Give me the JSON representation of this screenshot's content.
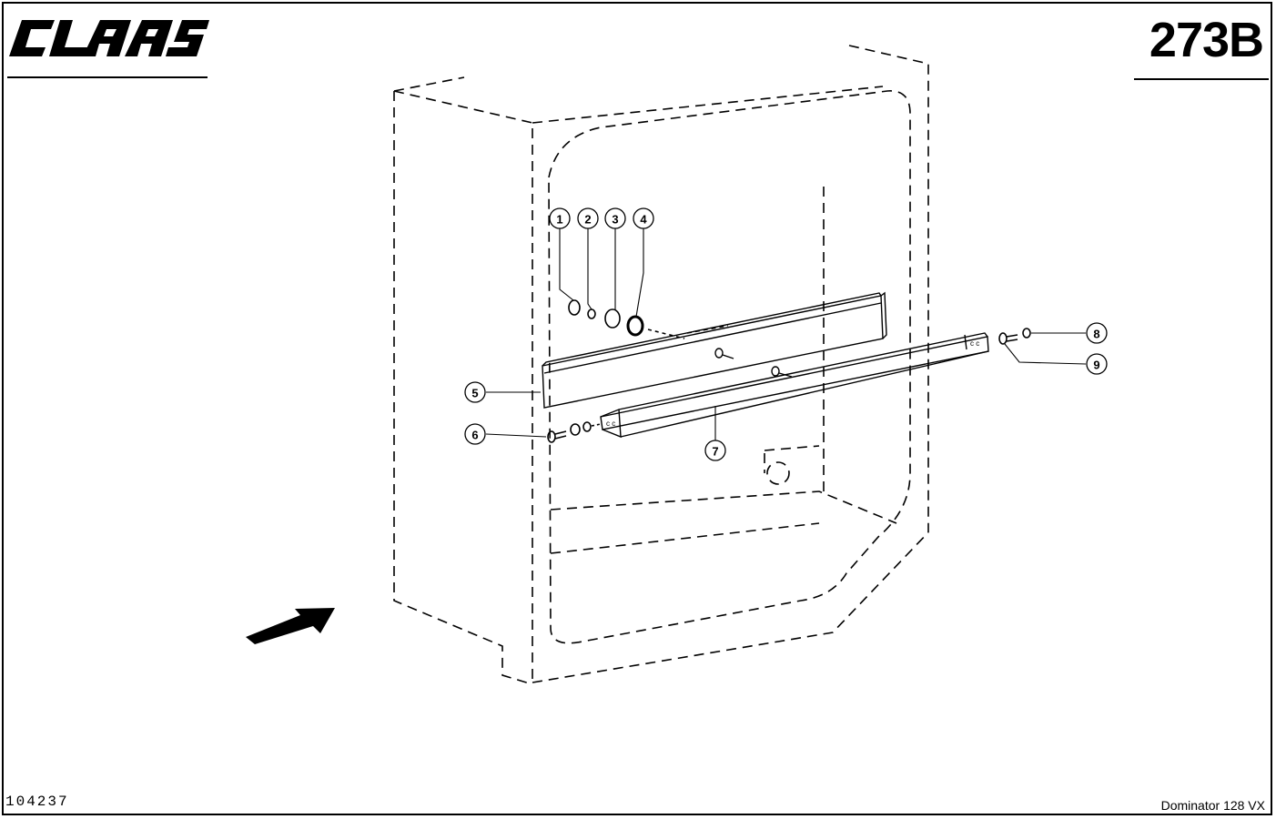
{
  "header": {
    "brand": "CLAAS",
    "page_number": "273B"
  },
  "footer": {
    "drawing_number": "104237",
    "model": "Dominator 128 VX"
  },
  "diagram": {
    "callouts": [
      "1",
      "2",
      "3",
      "4",
      "5",
      "6",
      "7",
      "8",
      "9"
    ]
  }
}
